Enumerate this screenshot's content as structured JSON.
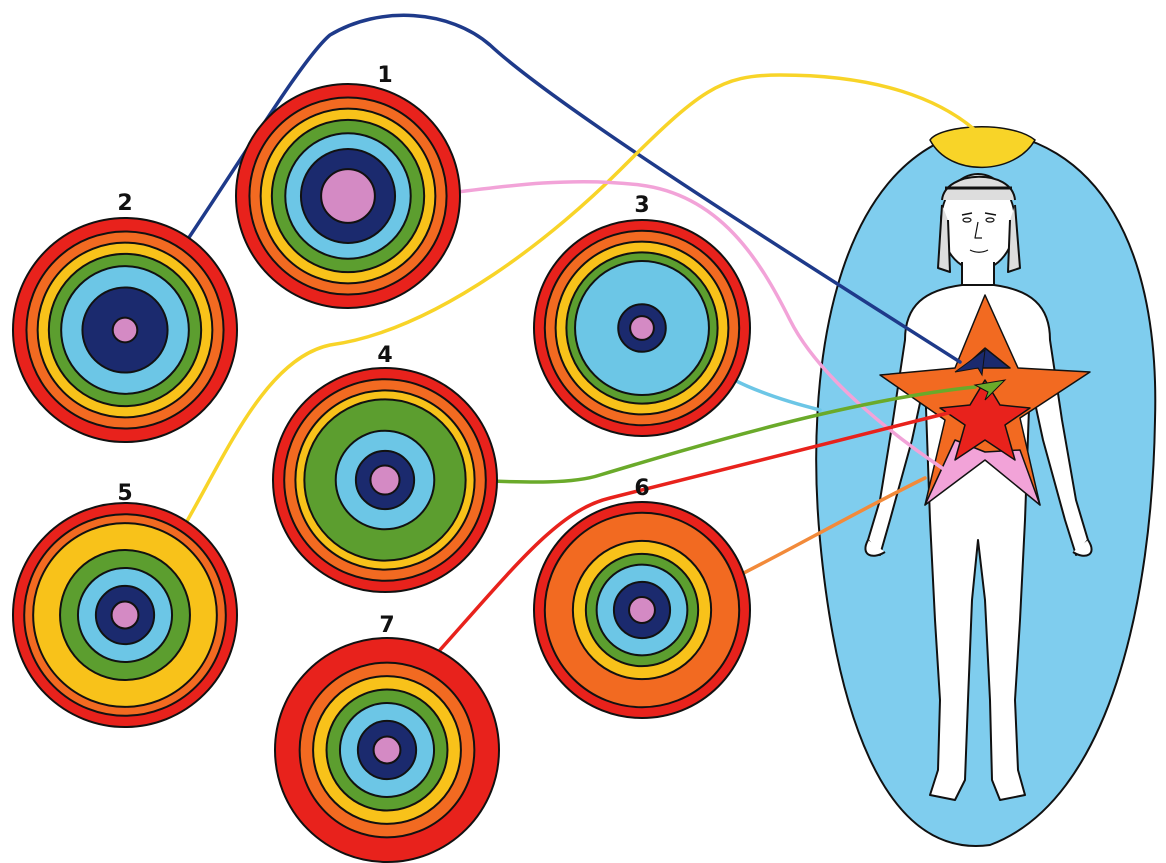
{
  "discs": [
    {
      "label": "1",
      "color": "#1a237e",
      "ring_colors": [
        "#e8221c",
        "#f26a21",
        "#f8c21a",
        "#5c9e2f",
        "#6cc6e6",
        "#1b2a6e",
        "#d48ac4"
      ]
    },
    {
      "label": "2",
      "color": "#1a237e",
      "ring_colors": [
        "#e8221c",
        "#f26a21",
        "#f8c21a",
        "#5c9e2f",
        "#6cc6e6",
        "#1b2a6e",
        "#d48ac4"
      ]
    },
    {
      "label": "3",
      "color": "#6cc6e6",
      "ring_colors": [
        "#e8221c",
        "#f26a21",
        "#f8c21a",
        "#5c9e2f",
        "#6cc6e6",
        "#1b2a6e",
        "#d48ac4"
      ]
    },
    {
      "label": "4",
      "color": "#5c9e2f",
      "ring_colors": [
        "#e8221c",
        "#f26a21",
        "#f8c21a",
        "#5c9e2f",
        "#6cc6e6",
        "#1b2a6e",
        "#d48ac4"
      ]
    },
    {
      "label": "5",
      "color": "#f8c21a",
      "ring_colors": [
        "#e8221c",
        "#f26a21",
        "#f8c21a",
        "#5c9e2f",
        "#6cc6e6",
        "#1b2a6e",
        "#d48ac4"
      ]
    },
    {
      "label": "6",
      "color": "#f26a21",
      "ring_colors": [
        "#e8221c",
        "#f26a21",
        "#f8c21a",
        "#5c9e2f",
        "#6cc6e6",
        "#1b2a6e",
        "#d48ac4"
      ]
    },
    {
      "label": "7",
      "color": "#e8221c",
      "ring_colors": [
        "#e8221c",
        "#f26a21",
        "#f8c21a",
        "#5c9e2f",
        "#6cc6e6",
        "#1b2a6e",
        "#d48ac4"
      ]
    }
  ],
  "connector_colors": {
    "blue": "#1e3a8a",
    "yellow": "#f8d428",
    "pink": "#f2a3d8",
    "light_blue": "#6cc6e6",
    "green": "#6aaa2a",
    "red": "#e8221c",
    "orange": "#f28a3a"
  },
  "aura_color": "#7fcdee",
  "crown_color": "#f8d428",
  "star_colors": [
    "#f26a21",
    "#e8221c",
    "#f2a3d8",
    "#1b2a6e",
    "#6aaa2a"
  ]
}
